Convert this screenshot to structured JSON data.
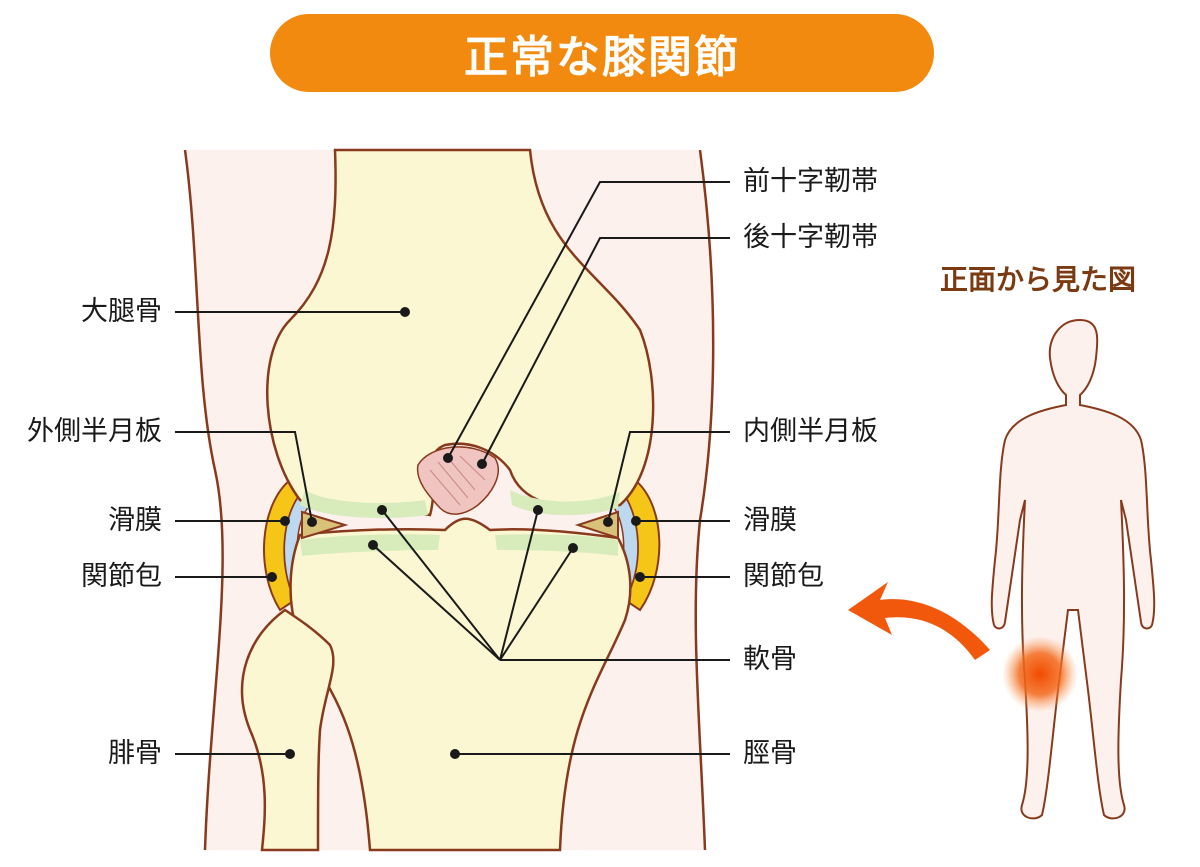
{
  "title": "正常な膝関節",
  "labels": {
    "femur": "大腿骨",
    "lateral_meniscus": "外側半月板",
    "synovium_left": "滑膜",
    "capsule_left": "関節包",
    "fibula": "腓骨",
    "acl": "前十字靭帯",
    "pcl": "後十字靭帯",
    "medial_meniscus": "内側半月板",
    "synovium_right": "滑膜",
    "capsule_right": "関節包",
    "cartilage": "軟骨",
    "tibia": "脛骨"
  },
  "front_view_title": "正面から見た図",
  "colors": {
    "title_bg": "#f28a10",
    "bone": "#fbf7d2",
    "bone_outline": "#8a3a1c",
    "skin": "#fdf1ee",
    "cartilage": "#d7ebbb",
    "capsule": "#f5c518",
    "synovial_fluid": "#bcd9ef",
    "meniscus": "#d8c27a",
    "ligament": "#f0c4c0",
    "arrow": "#f2580c",
    "highlight": "#f26a1b",
    "front_view_title": "#7a3a12"
  }
}
